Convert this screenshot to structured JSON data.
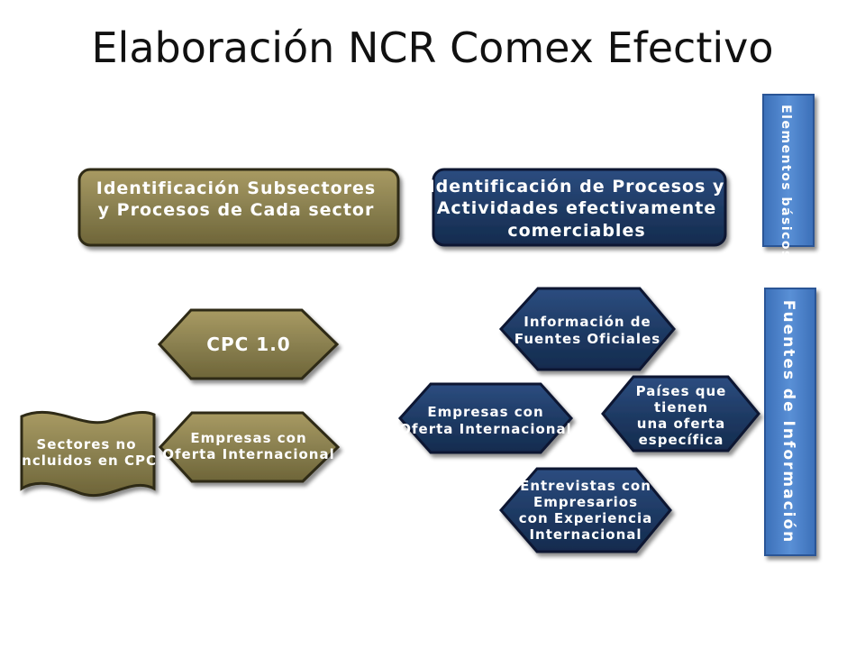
{
  "title": "Elaboración NCR Comex Efectivo",
  "colors": {
    "olive": "#8a8050",
    "olive_dark": "#5c5430",
    "navy": "#1f3b65",
    "navy_dark": "#0f2140",
    "side_blue": "#4a80c8"
  },
  "sidebar": {
    "top_label": "Elementos básicos",
    "bottom_label": "Fuentes de Información"
  },
  "boxes": {
    "subsectores": [
      "Identificación Subsectores",
      "y Procesos de Cada sector"
    ],
    "procesos": [
      "Identificación de Procesos y",
      "Actividades efectivamente",
      "comerciables"
    ]
  },
  "left": {
    "cpc": "CPC 1.0",
    "empresas": [
      "Empresas con",
      "Oferta Internacional"
    ],
    "sectores": [
      "Sectores no",
      "incluidos en CPC"
    ]
  },
  "right": {
    "informacion": [
      "Información de",
      "Fuentes Oficiales"
    ],
    "empresas": [
      "Empresas con",
      "Oferta Internacional"
    ],
    "paises": [
      "Países que",
      "tienen",
      "una oferta",
      "específica"
    ],
    "entrevistas": [
      "Entrevistas con",
      "Empresarios",
      "con Experiencia",
      "Internacional"
    ]
  }
}
